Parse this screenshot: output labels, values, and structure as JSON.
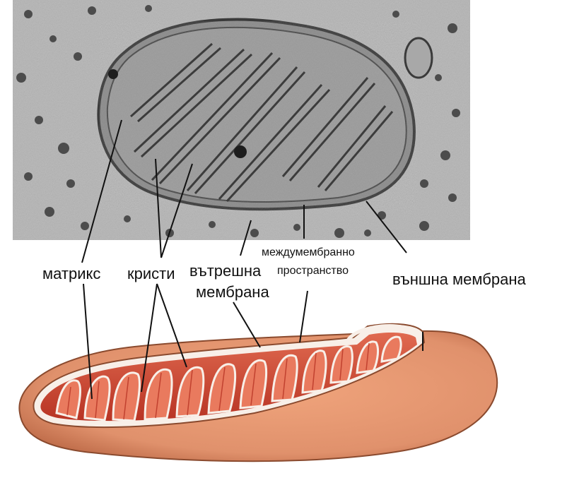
{
  "labels": {
    "matrix": "матрикс",
    "cristae": "кристи",
    "inner_membrane_line1": "вътрешна",
    "inner_membrane_line2": "мембрана",
    "intermembrane_line1": "междумембранно",
    "intermembrane_line2": "пространство",
    "outer_membrane": "външна мембрана"
  },
  "colors": {
    "micrograph_bg": "#b4b4b4",
    "micrograph_dark": "#2a2a2a",
    "mito_body": "#8a8a8a",
    "outer_shell": "#e0916c",
    "shell_shadow": "#b4603e",
    "inner_red": "#c8402c",
    "crista_light": "#f2b29a",
    "leader_line": "#111111"
  },
  "icons": [
    "electron-micrograph-image",
    "mitochondrion-illustration"
  ]
}
